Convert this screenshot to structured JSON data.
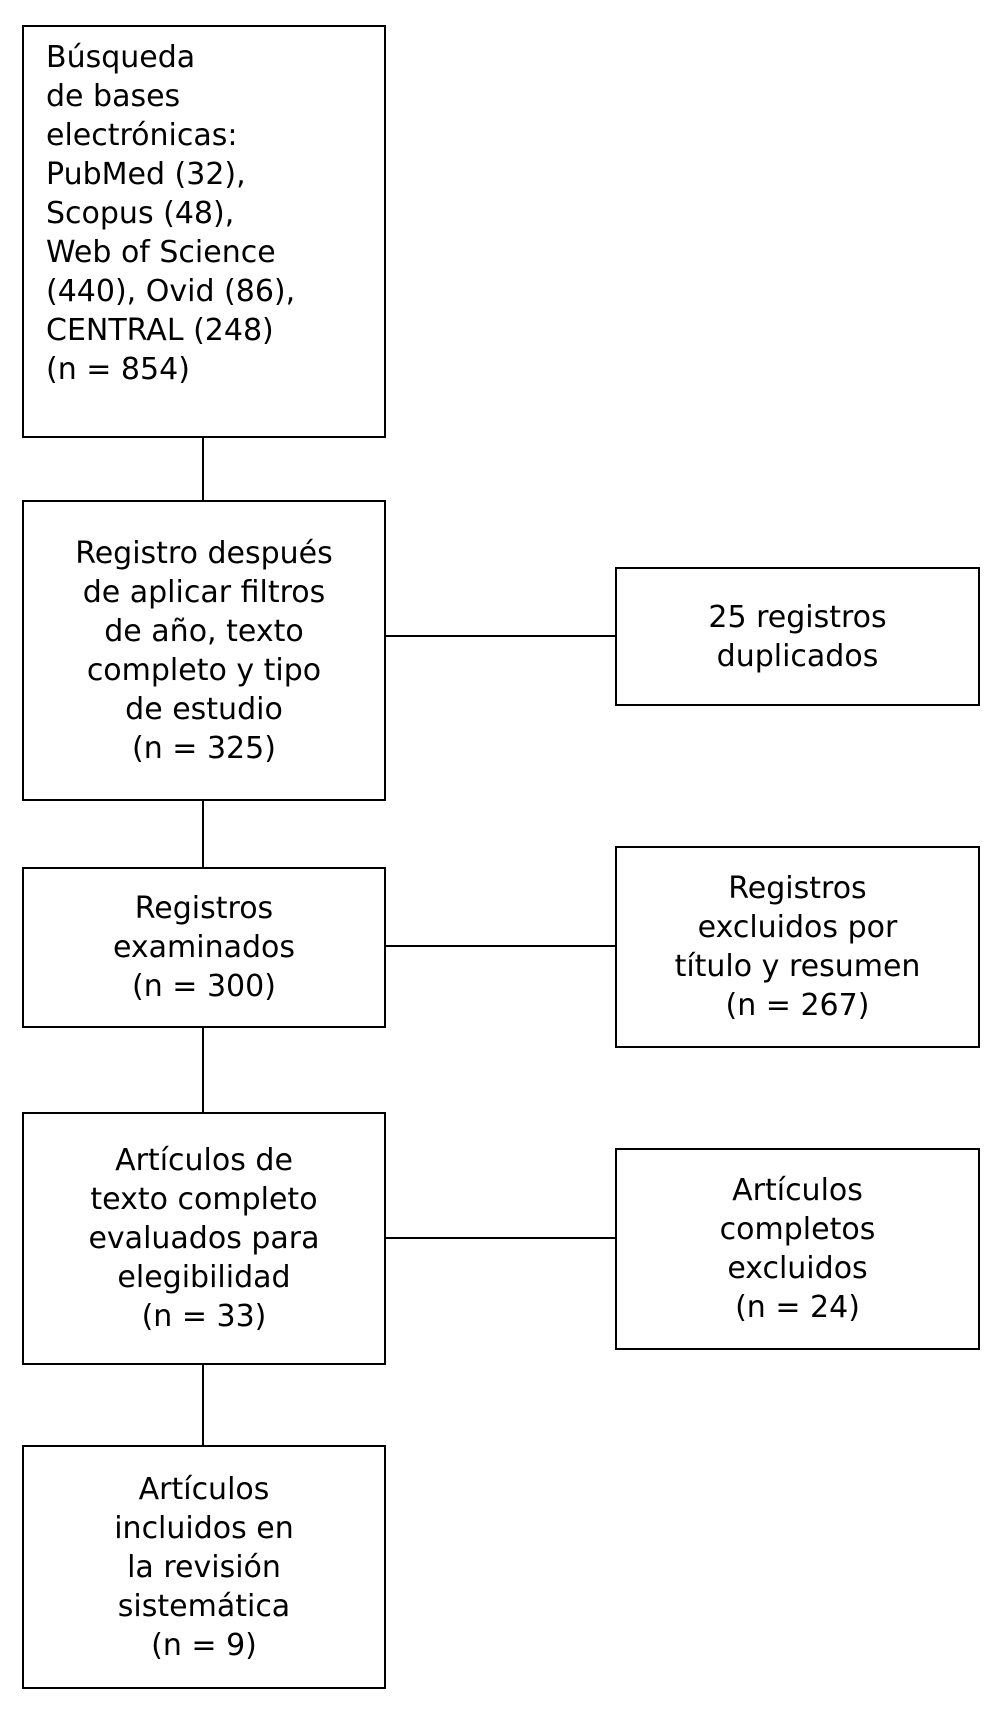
{
  "diagram": {
    "type": "prisma-flow-diagram",
    "language": "es",
    "colors": {
      "stroke": "#000000",
      "fill": "#ffffff",
      "text": "#000000"
    },
    "nodes": {
      "identification": {
        "id": "identification",
        "text": "Búsqueda\nde bases\nelectrónicas:\nPubMed (32),\nScopus (48),\nWeb of Science\n(440), Ovid (86),\nCENTRAL (248)\n(n = 854)",
        "n": 854,
        "sources": [
          {
            "name": "PubMed",
            "count": 32
          },
          {
            "name": "Scopus",
            "count": 48
          },
          {
            "name": "Web of Science",
            "count": 440
          },
          {
            "name": "Ovid",
            "count": 86
          },
          {
            "name": "CENTRAL",
            "count": 248
          }
        ]
      },
      "after_filters": {
        "id": "after_filters",
        "text": "Registro después\nde aplicar filtros\nde año, texto\ncompleto y tipo\nde estudio\n(n = 325)",
        "n": 325
      },
      "duplicates": {
        "id": "duplicates",
        "text": "25 registros\nduplicados",
        "n": 25
      },
      "screened": {
        "id": "screened",
        "text": "Registros\nexaminados\n(n = 300)",
        "n": 300
      },
      "excluded_title_abstract": {
        "id": "excluded_title_abstract",
        "text": "Registros\nexcluidos por\ntítulo y resumen\n(n = 267)",
        "n": 267
      },
      "eligibility": {
        "id": "eligibility",
        "text": "Artículos de\ntexto completo\nevaluados para\nelegibilidad\n(n = 33)",
        "n": 33
      },
      "fulltext_excluded": {
        "id": "fulltext_excluded",
        "text": "Artículos\ncompletos\nexcluidos\n(n = 24)",
        "n": 24
      },
      "included": {
        "id": "included",
        "text": "Artículos\nincluidos en\nla revisión\nsistemática\n(n = 9)",
        "n": 9
      }
    }
  }
}
